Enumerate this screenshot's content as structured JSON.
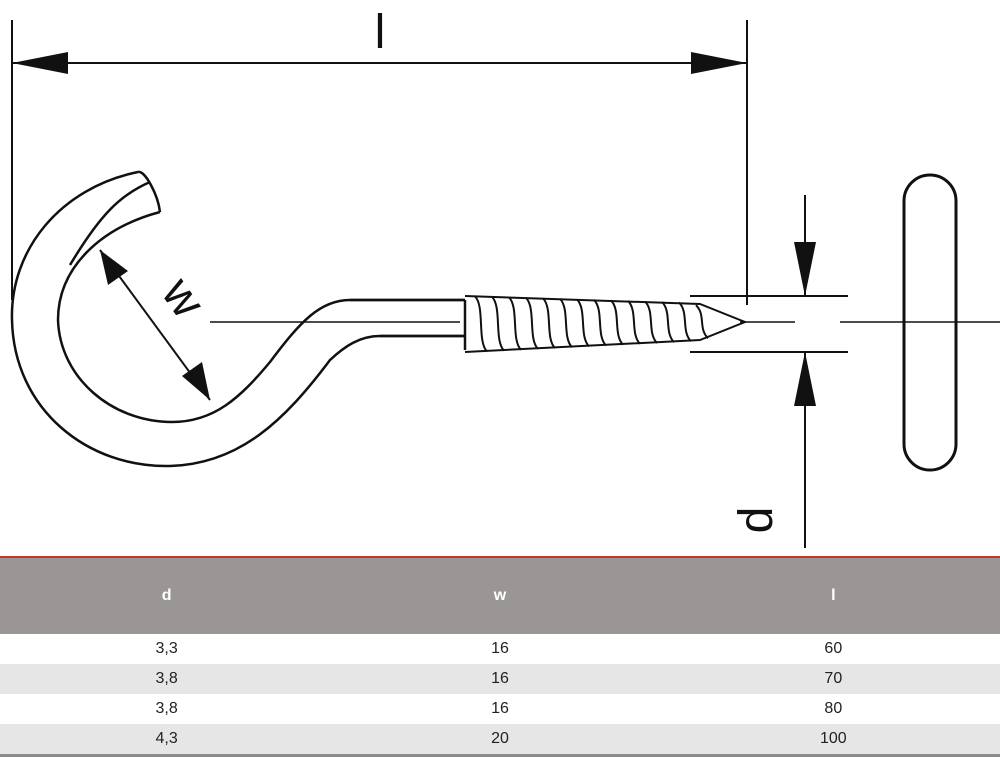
{
  "diagram": {
    "label_l": "l",
    "label_w": "w",
    "label_d": "d"
  },
  "table": {
    "headers": [
      "d",
      "w",
      "l"
    ],
    "rows": [
      [
        "3,3",
        "16",
        "60"
      ],
      [
        "3,8",
        "16",
        "70"
      ],
      [
        "3,8",
        "16",
        "80"
      ],
      [
        "4,3",
        "20",
        "100"
      ]
    ]
  }
}
